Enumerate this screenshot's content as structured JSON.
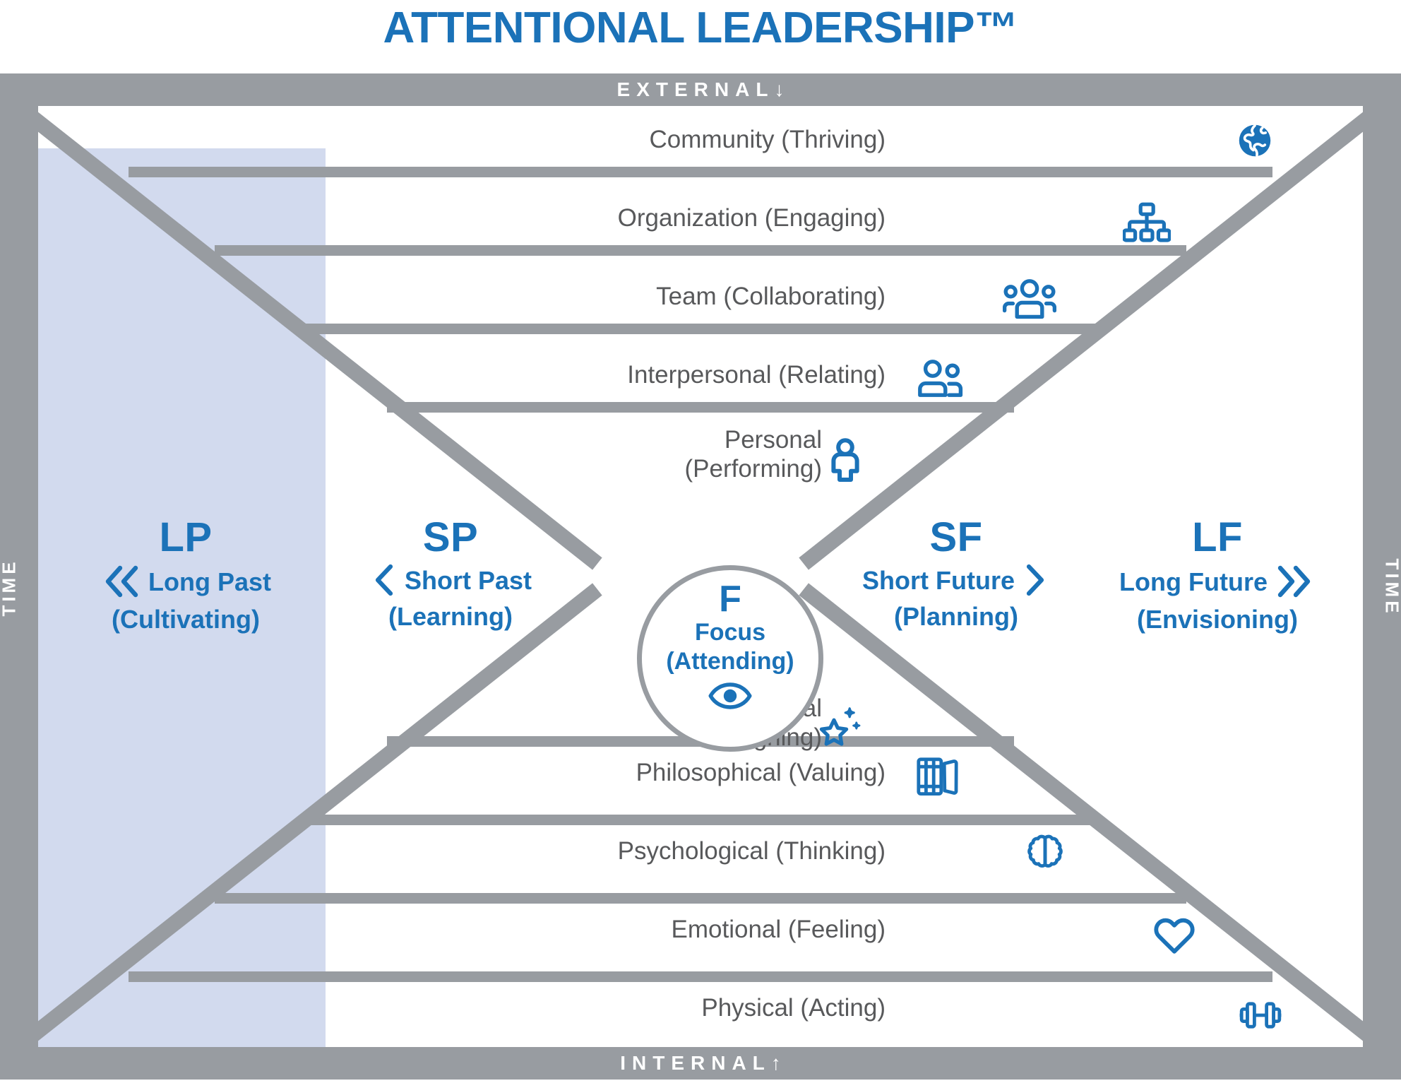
{
  "title": "ATTENTIONAL LEADERSHIP™",
  "colors": {
    "accent_blue": "#1b72b8",
    "frame_gray": "#989ca1",
    "text_gray": "#58595b",
    "lp_highlight": "#d2daee",
    "background": "#ffffff"
  },
  "bands": {
    "external": "EXTERNAL",
    "external_arrow": "↓",
    "internal": "INTERNAL",
    "internal_arrow": "↑",
    "time_left": "TIME",
    "time_right": "TIME"
  },
  "focus": {
    "abbr": "F",
    "name": "Focus",
    "gerund": "(Attending)",
    "icon": "eye-icon"
  },
  "horizons": [
    {
      "abbr": "LP",
      "name": "Long Past",
      "gerund": "(Cultivating)",
      "icon": "double-chevron-left-icon",
      "highlighted": true
    },
    {
      "abbr": "SP",
      "name": "Short Past",
      "gerund": "(Learning)",
      "icon": "chevron-left-icon",
      "highlighted": false
    },
    {
      "abbr": "SF",
      "name": "Short Future",
      "gerund": "(Planning)",
      "icon": "chevron-right-icon",
      "highlighted": false
    },
    {
      "abbr": "LF",
      "name": "Long Future",
      "gerund": "(Envisioning)",
      "icon": "double-chevron-right-icon",
      "highlighted": false
    }
  ],
  "levels_external": [
    {
      "name": "Community",
      "gerund": "(Thriving)",
      "label": "Community (Thriving)",
      "icon": "globe-icon"
    },
    {
      "name": "Organization",
      "gerund": "(Engaging)",
      "label": "Organization (Engaging)",
      "icon": "org-chart-icon"
    },
    {
      "name": "Team",
      "gerund": "(Collaborating)",
      "label": "Team (Collaborating)",
      "icon": "three-people-icon"
    },
    {
      "name": "Interpersonal",
      "gerund": "(Relating)",
      "label": "Interpersonal (Relating)",
      "icon": "two-people-icon"
    },
    {
      "name": "Personal",
      "gerund": "(Performing)",
      "label_line1": "Personal",
      "label_line2": "(Performing)",
      "icon": "person-icon"
    }
  ],
  "levels_internal": [
    {
      "name": "Spiritual",
      "gerund": "(Aligning)",
      "label_line1": "Spiritual",
      "label_line2": "(Aligning)",
      "icon": "sparkle-star-icon"
    },
    {
      "name": "Philosophical",
      "gerund": "(Valuing)",
      "label": "Philosophical (Valuing)",
      "icon": "books-icon"
    },
    {
      "name": "Psychological",
      "gerund": "(Thinking)",
      "label": "Psychological (Thinking)",
      "icon": "brain-icon"
    },
    {
      "name": "Emotional",
      "gerund": "(Feeling)",
      "label": "Emotional (Feeling)",
      "icon": "heart-icon"
    },
    {
      "name": "Physical",
      "gerund": "(Acting)",
      "label": "Physical (Acting)",
      "icon": "dumbbell-icon"
    }
  ]
}
